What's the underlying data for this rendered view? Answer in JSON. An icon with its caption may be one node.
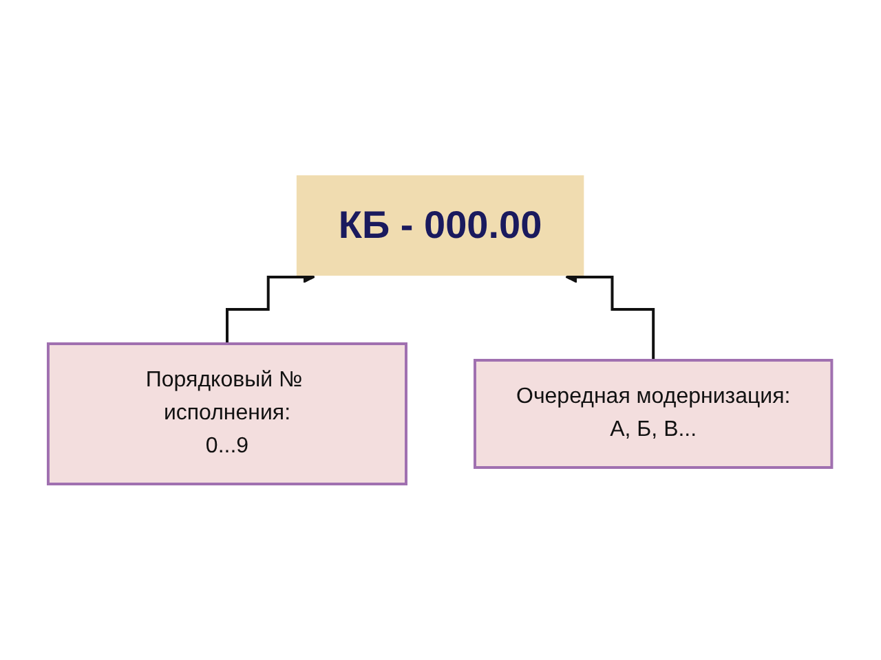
{
  "diagram": {
    "nodes": [
      {
        "text": [
          "КБ - 000.00"
        ]
      },
      {
        "text": [
          "Очередная модернизация:",
          "А, Б, В..."
        ]
      },
      {
        "text": [
          "Порядковый № исполнения:",
          "0...9"
        ]
      }
    ],
    "edges": [
      {
        "from": 2,
        "to": 0,
        "arrow": "to"
      },
      {
        "from": 1,
        "to": 0,
        "arrow": "to"
      }
    ]
  }
}
